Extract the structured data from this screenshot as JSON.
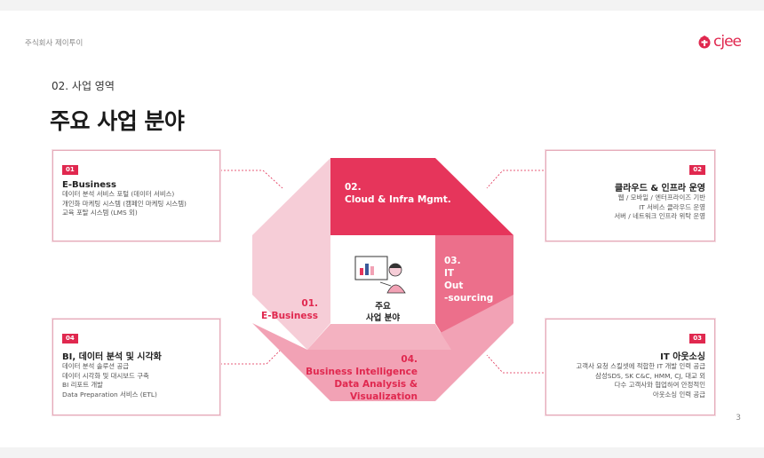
{
  "header": {
    "company": "주식회사 제이투이",
    "logo_text": "cjee",
    "section": "02. 사업 영역",
    "title": "주요 사업 분야"
  },
  "diagram": {
    "center_line1": "주요",
    "center_line2": "사업 분야",
    "seg1_num": "01.",
    "seg1_name": "E-Business",
    "seg2_num": "02.",
    "seg2_name": "Cloud & Infra Mgmt.",
    "seg3_num": "03.",
    "seg3_l1": "IT",
    "seg3_l2": "Out",
    "seg3_l3": "-sourcing",
    "seg4_num": "04.",
    "seg4_l1": "Business Intelligence",
    "seg4_l2": "Data Analysis &",
    "seg4_l3": "Visualization"
  },
  "cards": {
    "c01": {
      "badge": "01",
      "title": "E-Business",
      "lines": [
        "데이터 분석 서비스 포털 (데이터 서비스)",
        "개인화 마케팅 시스템 (캠페인 마케팅 시스템)",
        "교육 포탈 시스템 (LMS 외)"
      ]
    },
    "c02": {
      "badge": "02",
      "title": "클라우드 & 인프라 운영",
      "lines": [
        "웹 / 모바일 / 엔터프라이즈 기반",
        "IT 서비스 클라우드 운영",
        "서버 / 네트워크 인프라 위탁 운영"
      ]
    },
    "c04": {
      "badge": "04",
      "title": "BI, 데이터 분석 및 시각화",
      "lines": [
        "데이터 분석 솔루션 공급",
        "데이터 시각화 및 대시보드 구축",
        "BI 리포트 개발",
        "Data Preparation 서비스 (ETL)"
      ]
    },
    "c03": {
      "badge": "03",
      "title": "IT 아웃소싱",
      "lines": [
        "고객사 요청 스킬셋에 적합한 IT 개발 인력 공급",
        "삼성SDS, SK C&C, HMM, CJ, 대교 외",
        "다수 고객사와 협업하여 안정적인",
        "아웃소싱 인력 공급"
      ]
    }
  },
  "page_number": "3",
  "colors": {
    "accent": "#e0284f",
    "seg1": "#f6cdd7",
    "seg2": "#e6355b",
    "seg3": "#ec6f8b",
    "seg4": "#f2a2b5"
  }
}
